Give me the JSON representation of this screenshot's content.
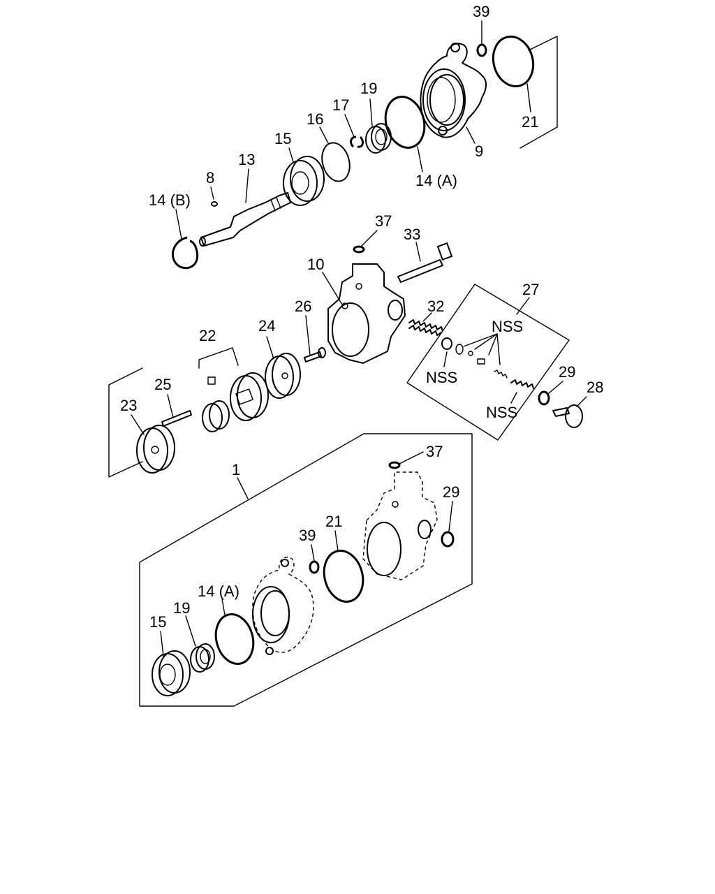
{
  "callouts": {
    "c39a": "39",
    "c21a": "21",
    "c9": "9",
    "c19a": "19",
    "c17": "17",
    "c16": "16",
    "c15a": "15",
    "c13": "13",
    "c8": "8",
    "c14b": "14 (B)",
    "c14aa": "14 (A)",
    "c37a": "37",
    "c33": "33",
    "c10": "10",
    "c32": "32",
    "c27": "27",
    "c26": "26",
    "c24": "24",
    "c22": "22",
    "c25": "25",
    "c23": "23",
    "cnss1": "NSS",
    "cnss2": "NSS",
    "cnss3": "NSS",
    "c29a": "29",
    "c28": "28",
    "c1": "1",
    "c37b": "37",
    "c29b": "29",
    "c21b": "21",
    "c39b": "39",
    "c14ab": "14 (A)",
    "c19b": "19",
    "c15b": "15"
  }
}
